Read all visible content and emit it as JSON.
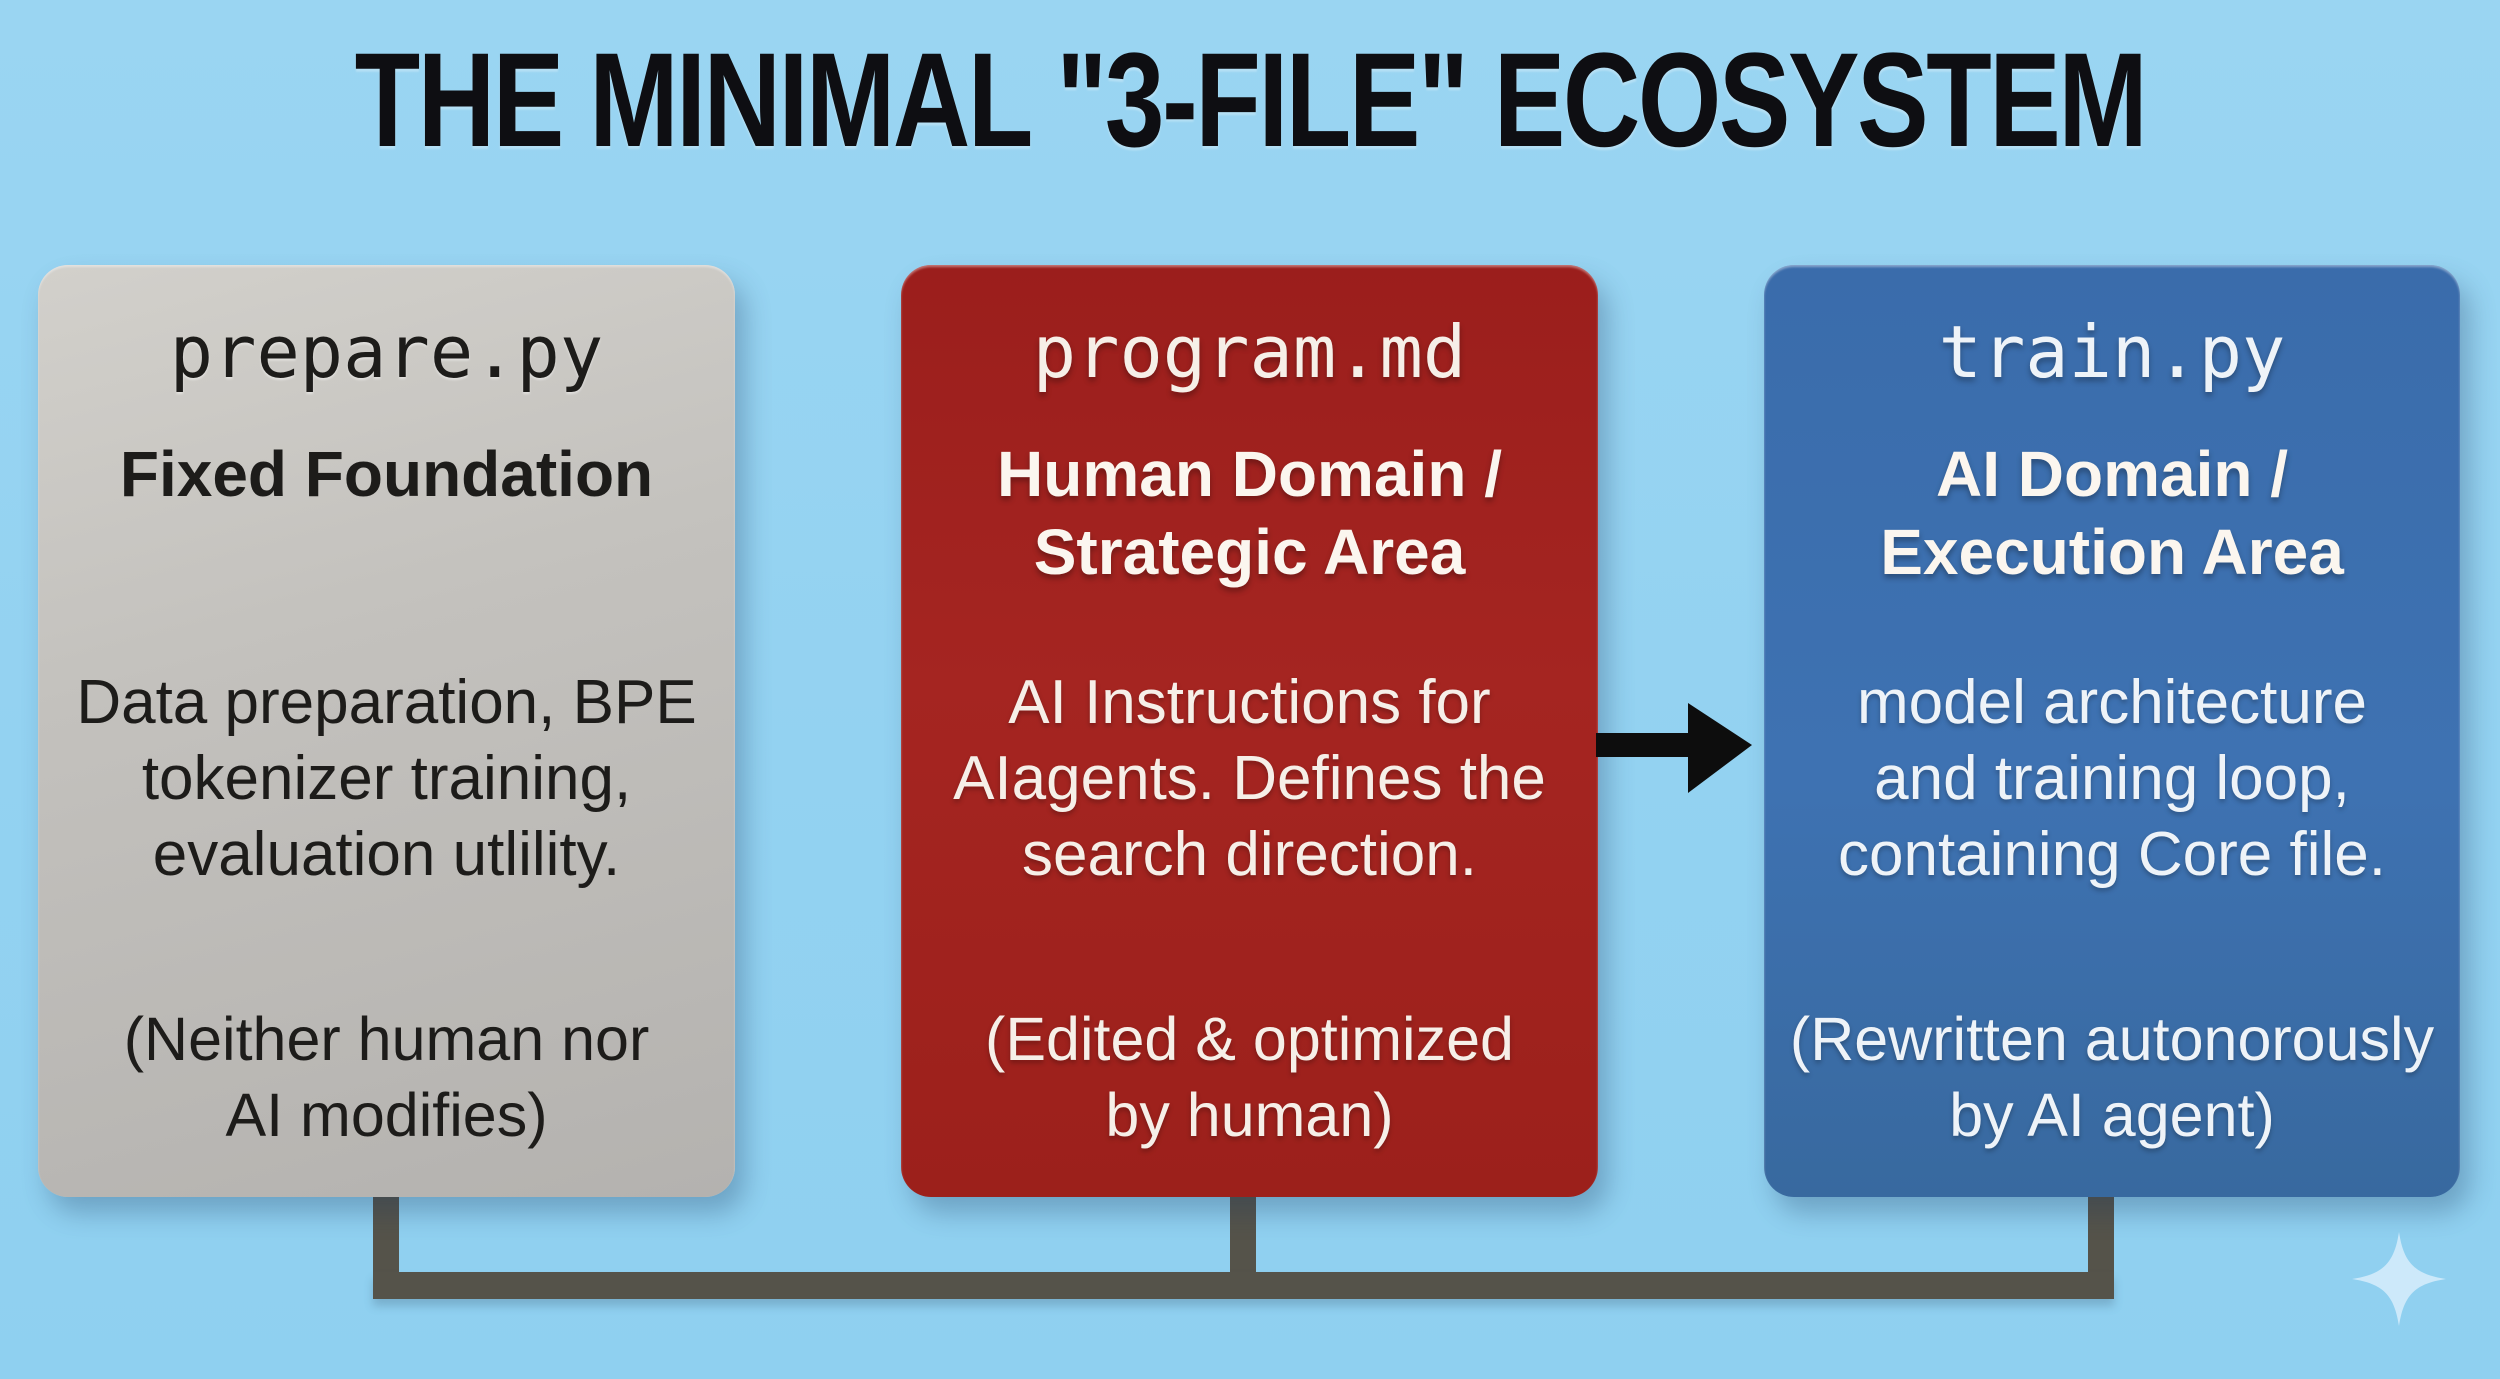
{
  "title": "THE MINIMAL \"3-FILE\" ECOSYSTEM",
  "cards": [
    {
      "filename": "prepare.py",
      "heading": "Fixed Foundation",
      "body": "Data preparation, BPE\ntokenizer training,\nevaluation utlility.",
      "note": "(Neither human nor\nAI modifies)",
      "bg_color": "#bdbbb8",
      "text_color": "#1d1c1a"
    },
    {
      "filename": "program.md",
      "heading": "Human Domain /\nStrategic Area",
      "body": "AI Instructions for\nAIagents. Defines the\nsearch direction.",
      "note": "(Edited & optimized\nby human)",
      "bg_color": "#a32320",
      "text_color": "#f6efe8"
    },
    {
      "filename": "train.py",
      "heading": "AI Domain /\nExecution Area",
      "body": "model architecture\nand training loop,\ncontaining Core file.",
      "note": "(Rewritten autonorously\nby AI agent)",
      "bg_color": "#3b6eae",
      "text_color": "#eef3f8"
    }
  ],
  "icons": {
    "flow_arrow": "black right arrow from program.md to train.py",
    "sparkle": "four-point sparkle, bottom right"
  },
  "colors": {
    "background": "#93d2f1",
    "title_text": "#0e0e12",
    "connector": "#55534a",
    "arrow": "#0d0d0d",
    "sparkle": "#cde9fa"
  }
}
